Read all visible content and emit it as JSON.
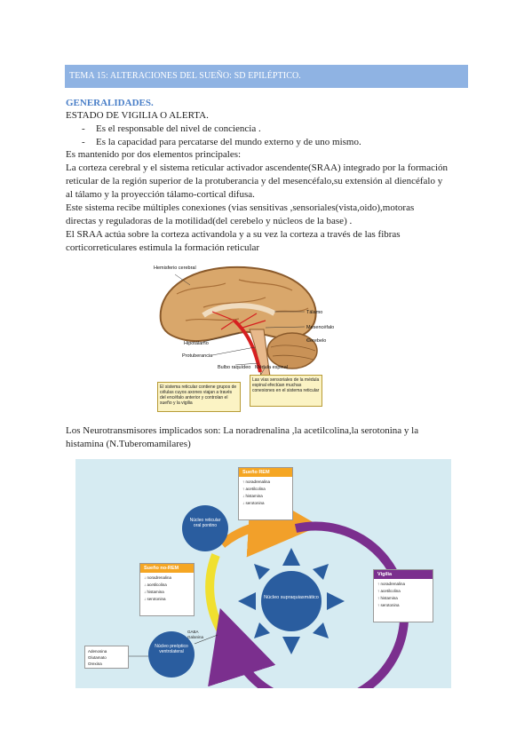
{
  "title": "TEMA 15: ALTERACIONES DEL SUEÑO: SD EPILÉPTICO.",
  "section_heading": "GENERALIDADES.",
  "subheading": "ESTADO DE VIGILIA O ALERTA.",
  "bullets": [
    "Es el responsable del nivel de conciencia .",
    "Es la capacidad para percatarse del mundo externo y de uno mismo."
  ],
  "bullet_marker": "-",
  "paragraph_lines": [
    "Es mantenido por dos elementos principales:",
    "La corteza cerebral y el sistema reticular activador ascendente(SRAA) integrado por la formación",
    "reticular de la región superior de la protuberancia y del mesencéfalo,su extensión al diencéfalo y",
    "al tálamo y la proyección tálamo-cortical difusa.",
    " Este sistema recibe múltiples conexiones (vias sensitivas ,sensoriales(vista,oido),motoras",
    "directas y reguladoras de la motilidad(del cerebelo y núcleos de la base) .",
    "El SRAA actúa sobre la corteza activandola y a su vez la corteza a través de las fibras",
    "corticorreticulares estimula la formación reticular"
  ],
  "brain_figure": {
    "labels": {
      "hemisferio": "Hemisferio cerebral",
      "talamo": "Tálamo",
      "mesencefalo": "Mesencéfalo",
      "cerebelo": "Cerebelo",
      "hipotalamo": "Hipotálamo",
      "protuberancia": "Protuberancia",
      "bulbo": "Bulbo raquídeo",
      "medula": "Médula espinal"
    },
    "box_left": "El sistema reticular contiene grupos de células cuyos axones viajan a través del encéfalo anterior y controlan el sueño y la vigilia",
    "box_right": "Las vías sensoriales de la médula espinal efectúan muchas conexiones en el sistema reticular"
  },
  "neuro_lines": [
    "Los Neurotransmisores implicados son: La noradrenalina ,la acetilcolina,la serotonina y la",
    "histamina (N.Tuberomamilares)"
  ],
  "cycle_figure": {
    "center": "Núcleo supraquiasmático",
    "nucleus_top": "Núcleo reticular oral pontino",
    "nucleus_bottom": "Núcleo preóptico ventrolateral",
    "rem": {
      "title": "Sueño REM",
      "items": [
        "↑ noradrenalina",
        "↑ acetilcolina",
        "↓ histamina",
        "↓ serotonina"
      ]
    },
    "nrem": {
      "title": "Sueño no-REM",
      "items": [
        "↓ noradrenalina",
        "↓ acetilcolina",
        "↓ histamina",
        "↓ serotonina"
      ]
    },
    "vigilia": {
      "title": "Vigilia",
      "items": [
        "↑ noradrenalina",
        "↑ acetilcolina",
        "↑ histamina",
        "↑ serotonina"
      ]
    },
    "left_box": [
      "Adenosina",
      "Glutamato",
      "Orexina"
    ],
    "gaba_label": [
      "GABA",
      "Galanina"
    ],
    "colors": {
      "background": "#d6ebf2",
      "nucleus": "#2a5d9f",
      "arrow_purple": "#7b2f8e",
      "arrow_yellow": "#f0e030",
      "arrow_orange": "#f2a02a",
      "rem_header": "#f5a623",
      "nrem_header": "#f5a623",
      "vigilia_header": "#7b2f8e"
    }
  }
}
